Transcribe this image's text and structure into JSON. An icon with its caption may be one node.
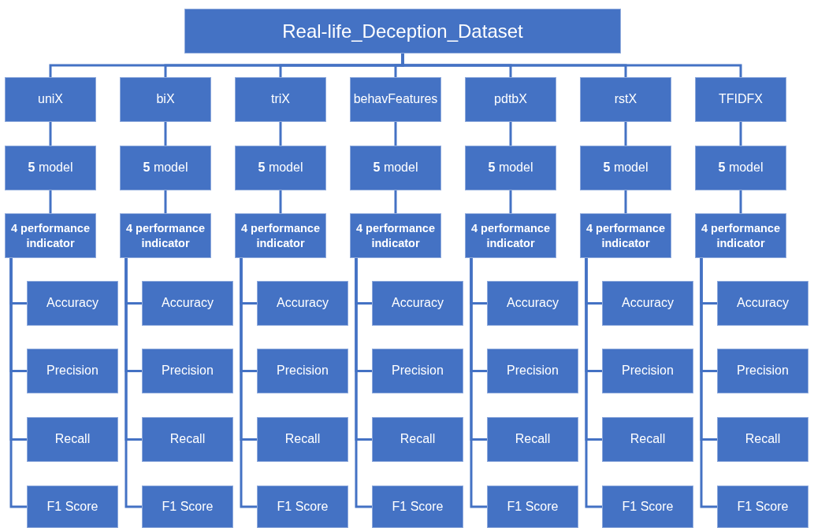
{
  "diagram": {
    "nodes": [
      {
        "text": [
          "Real-life_Deception_Dataset"
        ]
      },
      {
        "text": [
          "uniX"
        ]
      },
      {
        "text": [
          "**5** model"
        ]
      },
      {
        "text": [
          "4 performance indicator"
        ]
      },
      {
        "text": [
          "Accuracy"
        ]
      },
      {
        "text": [
          "Precision"
        ]
      },
      {
        "text": [
          "Recall"
        ]
      },
      {
        "text": [
          "F1 Score"
        ]
      },
      {
        "text": [
          "biX"
        ]
      },
      {
        "text": [
          "**5** model"
        ]
      },
      {
        "text": [
          "4 performance indicator"
        ]
      },
      {
        "text": [
          "Accuracy"
        ]
      },
      {
        "text": [
          "Precision"
        ]
      },
      {
        "text": [
          "Recall"
        ]
      },
      {
        "text": [
          "F1 Score"
        ]
      },
      {
        "text": [
          "triX"
        ]
      },
      {
        "text": [
          "**5** model"
        ]
      },
      {
        "text": [
          "4 performance indicator"
        ]
      },
      {
        "text": [
          "Accuracy"
        ]
      },
      {
        "text": [
          "Precision"
        ]
      },
      {
        "text": [
          "Recall"
        ]
      },
      {
        "text": [
          "F1 Score"
        ]
      },
      {
        "text": [
          "behavFeatures"
        ]
      },
      {
        "text": [
          "**5** model"
        ]
      },
      {
        "text": [
          "4 performance indicator"
        ]
      },
      {
        "text": [
          "Accuracy"
        ]
      },
      {
        "text": [
          "Precision"
        ]
      },
      {
        "text": [
          "Recall"
        ]
      },
      {
        "text": [
          "F1 Score"
        ]
      },
      {
        "text": [
          "pdtbX"
        ]
      },
      {
        "text": [
          "**5** model"
        ]
      },
      {
        "text": [
          "4 performance indicator"
        ]
      },
      {
        "text": [
          "Accuracy"
        ]
      },
      {
        "text": [
          "Precision"
        ]
      },
      {
        "text": [
          "Recall"
        ]
      },
      {
        "text": [
          "F1 Score"
        ]
      },
      {
        "text": [
          "rstX"
        ]
      },
      {
        "text": [
          "**5** model"
        ]
      },
      {
        "text": [
          "4 performance indicator"
        ]
      },
      {
        "text": [
          "Accuracy"
        ]
      },
      {
        "text": [
          "Precision"
        ]
      },
      {
        "text": [
          "Recall"
        ]
      },
      {
        "text": [
          "F1 Score"
        ]
      },
      {
        "text": [
          "TFIDFX"
        ]
      },
      {
        "text": [
          "**5** model"
        ]
      },
      {
        "text": [
          "4 performance indicator"
        ]
      },
      {
        "text": [
          "Accuracy"
        ]
      },
      {
        "text": [
          "Precision"
        ]
      },
      {
        "text": [
          "Recall"
        ]
      },
      {
        "text": [
          "F1 Score"
        ]
      }
    ],
    "edges": [
      {
        "from": 0,
        "to": 1,
        "arrow": "none"
      },
      {
        "from": 0,
        "to": 8,
        "arrow": "none"
      },
      {
        "from": 0,
        "to": 15,
        "arrow": "none"
      },
      {
        "from": 0,
        "to": 22,
        "arrow": "none"
      },
      {
        "from": 0,
        "to": 29,
        "arrow": "none"
      },
      {
        "from": 0,
        "to": 36,
        "arrow": "none"
      },
      {
        "from": 0,
        "to": 43,
        "arrow": "none"
      },
      {
        "from": 1,
        "to": 2,
        "arrow": "none"
      },
      {
        "from": 2,
        "to": 3,
        "arrow": "none"
      },
      {
        "from": 3,
        "to": 4,
        "arrow": "none"
      },
      {
        "from": 3,
        "to": 5,
        "arrow": "none"
      },
      {
        "from": 3,
        "to": 6,
        "arrow": "none"
      },
      {
        "from": 3,
        "to": 7,
        "arrow": "none"
      },
      {
        "from": 8,
        "to": 9,
        "arrow": "none"
      },
      {
        "from": 9,
        "to": 10,
        "arrow": "none"
      },
      {
        "from": 10,
        "to": 11,
        "arrow": "none"
      },
      {
        "from": 10,
        "to": 12,
        "arrow": "none"
      },
      {
        "from": 10,
        "to": 13,
        "arrow": "none"
      },
      {
        "from": 10,
        "to": 14,
        "arrow": "none"
      },
      {
        "from": 15,
        "to": 16,
        "arrow": "none"
      },
      {
        "from": 16,
        "to": 17,
        "arrow": "none"
      },
      {
        "from": 17,
        "to": 18,
        "arrow": "none"
      },
      {
        "from": 17,
        "to": 19,
        "arrow": "none"
      },
      {
        "from": 17,
        "to": 20,
        "arrow": "none"
      },
      {
        "from": 17,
        "to": 21,
        "arrow": "none"
      },
      {
        "from": 22,
        "to": 23,
        "arrow": "none"
      },
      {
        "from": 23,
        "to": 24,
        "arrow": "none"
      },
      {
        "from": 24,
        "to": 25,
        "arrow": "none"
      },
      {
        "from": 24,
        "to": 26,
        "arrow": "none"
      },
      {
        "from": 24,
        "to": 27,
        "arrow": "none"
      },
      {
        "from": 24,
        "to": 28,
        "arrow": "none"
      },
      {
        "from": 29,
        "to": 30,
        "arrow": "none"
      },
      {
        "from": 30,
        "to": 31,
        "arrow": "none"
      },
      {
        "from": 31,
        "to": 32,
        "arrow": "none"
      },
      {
        "from": 31,
        "to": 33,
        "arrow": "none"
      },
      {
        "from": 31,
        "to": 34,
        "arrow": "none"
      },
      {
        "from": 31,
        "to": 35,
        "arrow": "none"
      },
      {
        "from": 36,
        "to": 37,
        "arrow": "none"
      },
      {
        "from": 37,
        "to": 38,
        "arrow": "none"
      },
      {
        "from": 38,
        "to": 39,
        "arrow": "none"
      },
      {
        "from": 38,
        "to": 40,
        "arrow": "none"
      },
      {
        "from": 38,
        "to": 41,
        "arrow": "none"
      },
      {
        "from": 38,
        "to": 42,
        "arrow": "none"
      },
      {
        "from": 43,
        "to": 44,
        "arrow": "none"
      },
      {
        "from": 44,
        "to": 45,
        "arrow": "none"
      },
      {
        "from": 45,
        "to": 46,
        "arrow": "none"
      },
      {
        "from": 45,
        "to": 47,
        "arrow": "none"
      },
      {
        "from": 45,
        "to": 48,
        "arrow": "none"
      },
      {
        "from": 45,
        "to": 49,
        "arrow": "none"
      }
    ]
  }
}
